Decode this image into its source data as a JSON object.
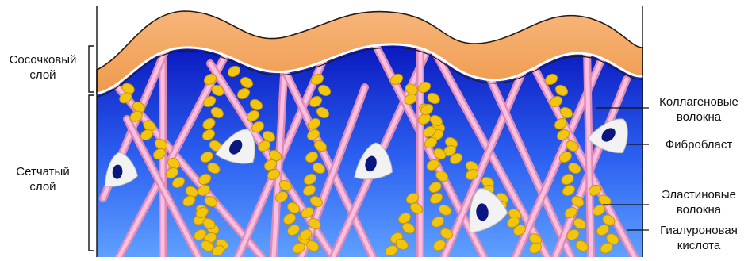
{
  "labels": {
    "papillary_layer": "Сосочковый\nслой",
    "reticular_layer": "Сетчатый\nслой",
    "collagen_fibers": "Коллагеновые\nволокна",
    "fibroblast": "Фибробласт",
    "elastin_fibers": "Эластиновые\nволокна",
    "hyaluronic_acid": "Гиалуроновая\nкислота"
  },
  "colors": {
    "papillary": "#f5a35a",
    "matrix_top": "#0a14c8",
    "matrix_bottom": "#4f93ff",
    "collagen": "#f4a8cf",
    "elastin": "#f2c510",
    "fibroblast": "#f2f2f2",
    "nucleus": "#0a1780"
  }
}
